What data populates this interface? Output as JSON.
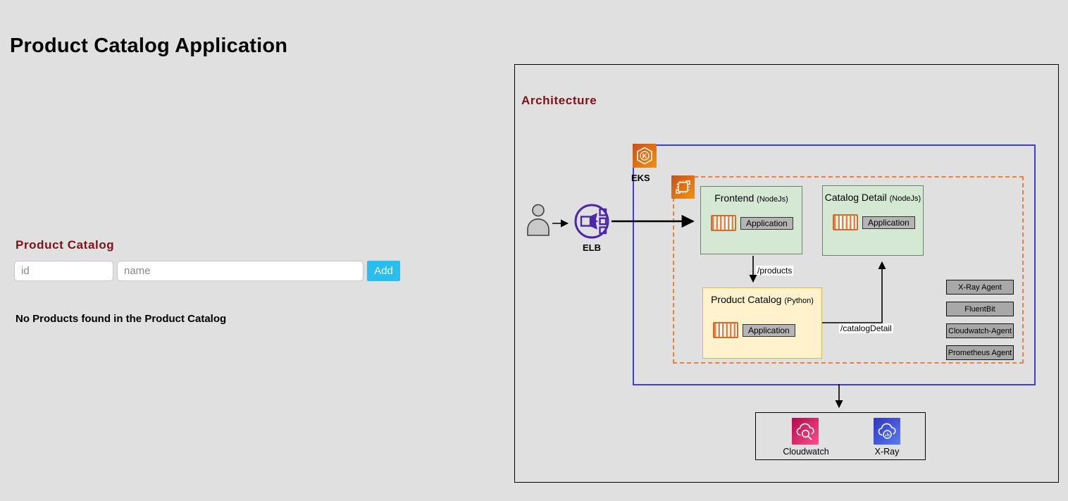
{
  "page": {
    "title": "Product Catalog Application",
    "background_color": "#e0e0e0"
  },
  "catalog_section": {
    "heading": "Product Catalog",
    "inputs": {
      "id": {
        "placeholder": "id",
        "value": ""
      },
      "name": {
        "placeholder": "name",
        "value": ""
      }
    },
    "add_button_label": "Add",
    "empty_message": "No Products found in the Product Catalog"
  },
  "architecture": {
    "heading": "Architecture",
    "elb_label": "ELB",
    "eks_label": "EKS",
    "nodes": {
      "frontend": {
        "name": "Frontend",
        "runtime": "(NodeJs)",
        "app": "Application"
      },
      "catalog_detail": {
        "name": "Catalog Detail",
        "runtime": "(NodeJs)",
        "app": "Application"
      },
      "product_catalog": {
        "name": "Product Catalog",
        "runtime": "(Python)",
        "app": "Application"
      }
    },
    "routes": {
      "products": "/products",
      "catalog_detail": "/catalogDetail"
    },
    "agents": [
      "X-Ray Agent",
      "FluentBit",
      "Cloudwatch-Agent",
      "Prometheus Agent"
    ],
    "monitoring": {
      "cloudwatch_label": "Cloudwatch",
      "xray_label": "X-Ray"
    },
    "icons": {
      "user": "user-icon",
      "elb": "load-balancer-icon",
      "eks": "eks-kubernetes-icon",
      "compute": "compute-chip-icon",
      "container": "container-icon",
      "cloudwatch": "cloudwatch-icon",
      "xray": "x-ray-icon"
    },
    "colors": {
      "heading_red": "#7f1116",
      "add_button_cyan": "#28bef0",
      "node_green": "#d5e8d4",
      "node_yellow": "#fff2cc",
      "agent_gray": "#a8a8a8",
      "eks_border_blue": "#3c3ce0",
      "namespace_dashed_orange": "#e8823c",
      "aws_orange": "#e87522",
      "elb_purple": "#4d27a8",
      "cloudwatch_pink": "#d41e5b",
      "xray_blue": "#4450dd"
    }
  }
}
